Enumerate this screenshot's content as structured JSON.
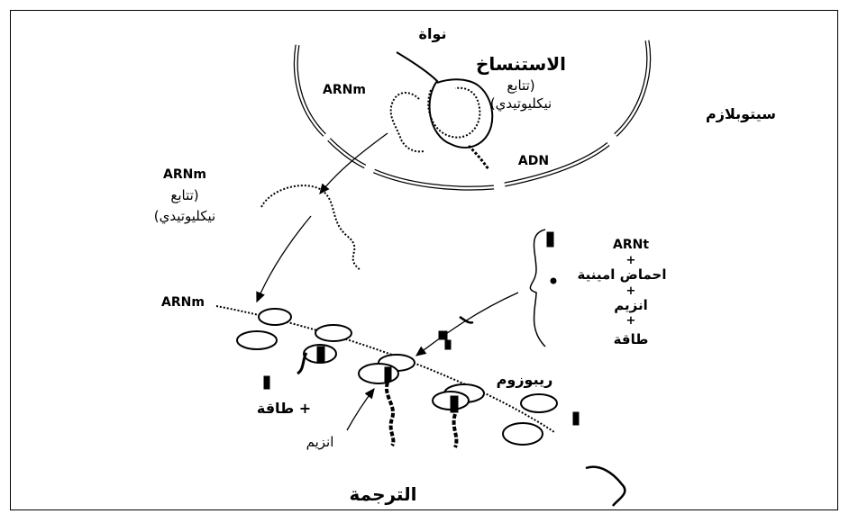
{
  "labels": {
    "nucleus": "نواة",
    "transcription": "الاستنساخ",
    "sequence_open": "(تتابع",
    "sequence_close": "نيكليوتيدي)",
    "arnm": "ARNm",
    "adn": "ADN",
    "cytoplasm": "سيتوبلازم",
    "arnt": "ARNt",
    "plus": "+",
    "amino_acids": "احماض امينية",
    "enzyme": "انزيم",
    "energy": "طاقة",
    "energy_plus": "+ طاقة",
    "ribosome": "ريبوزوم",
    "translation": "الترجمة"
  }
}
